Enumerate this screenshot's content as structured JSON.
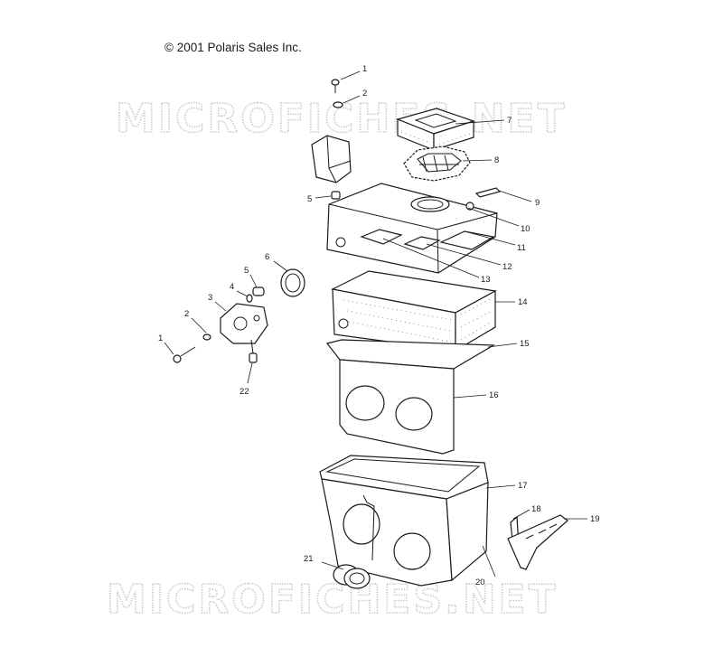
{
  "copyright": "© 2001 Polaris Sales Inc.",
  "watermark": {
    "top": "MICROFICHES.NET",
    "bottom": "MICROFICHES.NET"
  },
  "callouts": {
    "c1a": "1",
    "c2a": "2",
    "c7": "7",
    "c8": "8",
    "c5a": "5",
    "c9": "9",
    "c10": "10",
    "c11": "11",
    "c12": "12",
    "c13": "13",
    "c14": "14",
    "c15": "15",
    "c16": "16",
    "c17": "17",
    "c18": "18",
    "c19": "19",
    "c20": "20",
    "c21": "21",
    "c6": "6",
    "c5b": "5",
    "c4": "4",
    "c3": "3",
    "c2b": "2",
    "c1b": "1",
    "c22": "22"
  },
  "colors": {
    "line": "#1a1a1a",
    "watermark": "#c9c9c9",
    "background": "#ffffff"
  }
}
